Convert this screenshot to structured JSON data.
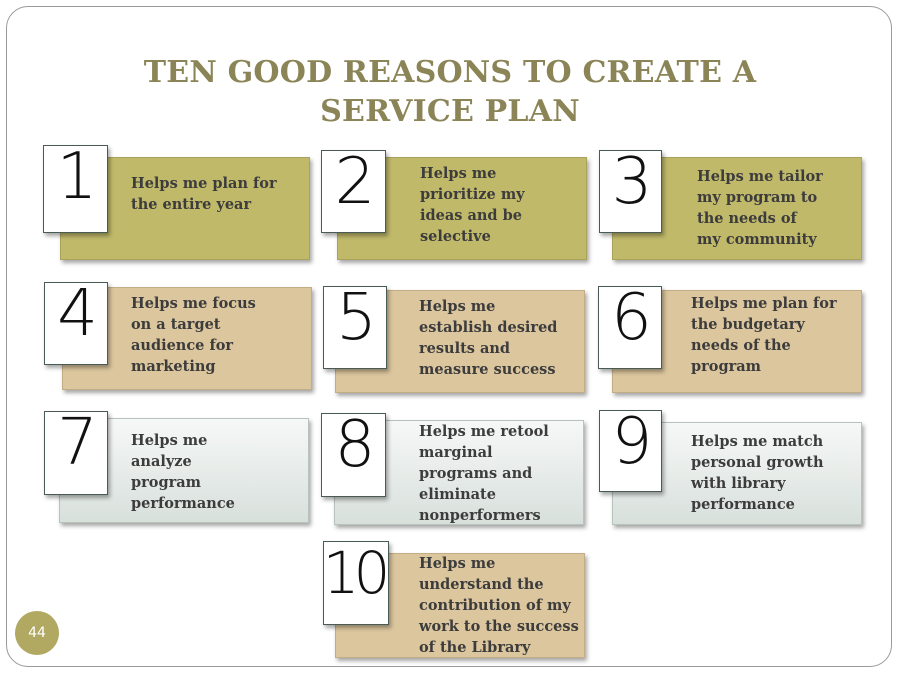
{
  "slide": {
    "title_line1": "TEN GOOD REASONS TO CREATE A",
    "title_line2": "SERVICE PLAN",
    "page_number": "44",
    "colors": {
      "title": "#8a8456",
      "olive": "#c0b96a",
      "tan": "#dcc69e",
      "grey": "#e3e9e6",
      "badge": "#b1a862"
    }
  },
  "reasons": [
    {
      "number": "1",
      "lines": [
        "Helps me plan for",
        "the entire year"
      ]
    },
    {
      "number": "2",
      "lines": [
        "Helps me",
        "prioritize my",
        "ideas and be",
        "selective"
      ]
    },
    {
      "number": "3",
      "lines": [
        "Helps me tailor",
        "my program to",
        "the needs of",
        "my community"
      ]
    },
    {
      "number": "4",
      "lines": [
        "Helps me focus",
        "on a target",
        "audience for",
        "marketing"
      ]
    },
    {
      "number": "5",
      "lines": [
        "Helps me",
        "establish desired",
        "results and",
        "measure success"
      ]
    },
    {
      "number": "6",
      "lines": [
        "Helps me plan for",
        "the budgetary",
        "needs of the",
        "program"
      ]
    },
    {
      "number": "7",
      "lines": [
        "Helps me",
        "analyze",
        "program",
        "performance"
      ]
    },
    {
      "number": "8",
      "lines": [
        "Helps me retool",
        "marginal",
        "programs and",
        "eliminate",
        "nonperformers"
      ]
    },
    {
      "number": "9",
      "lines": [
        "Helps me match",
        "personal growth",
        "with library",
        "performance"
      ]
    },
    {
      "number": "10",
      "lines": [
        "Helps me",
        "understand the",
        "contribution of my",
        "work to the success",
        "of the Library"
      ]
    }
  ]
}
